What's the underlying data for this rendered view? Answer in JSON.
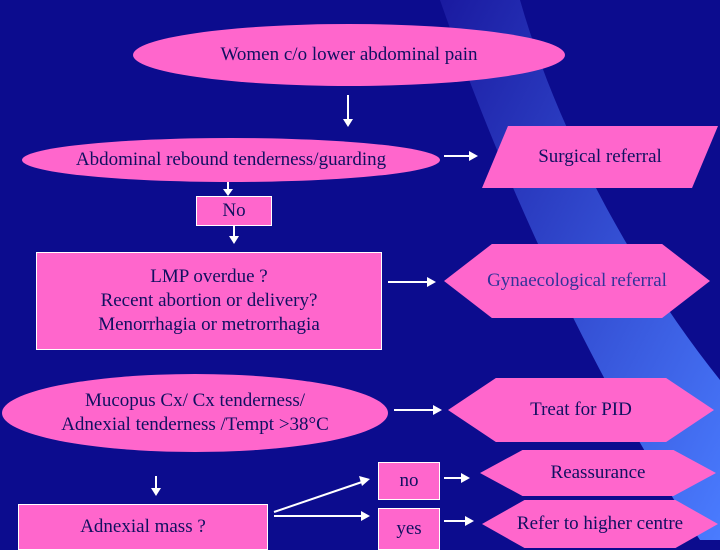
{
  "flowchart": {
    "start": "Women c/o lower abdominal pain",
    "rebound": "Abdominal rebound tenderness/guarding",
    "surgical": "Surgical referral",
    "no_1": "No",
    "lmp": "LMP  overdue ?\nRecent abortion or delivery?\nMenorrhagia or metrorrhagia",
    "gynae": "Gynaecological referral",
    "mucopus": "Mucopus Cx/ Cx tenderness/\nAdnexial tenderness /Tempt >38°C",
    "pid": "Treat for PID",
    "no_2": "no",
    "reassurance": "Reassurance",
    "adnexal": "Adnexial mass ?",
    "yes": "yes",
    "refer": "Refer to higher centre"
  },
  "colors": {
    "background": "#0c0c8e",
    "accent_wedge": "#3366ff",
    "node_fill": "#ff66cc",
    "node_text": "#101060",
    "arrows": "#ffffff"
  }
}
